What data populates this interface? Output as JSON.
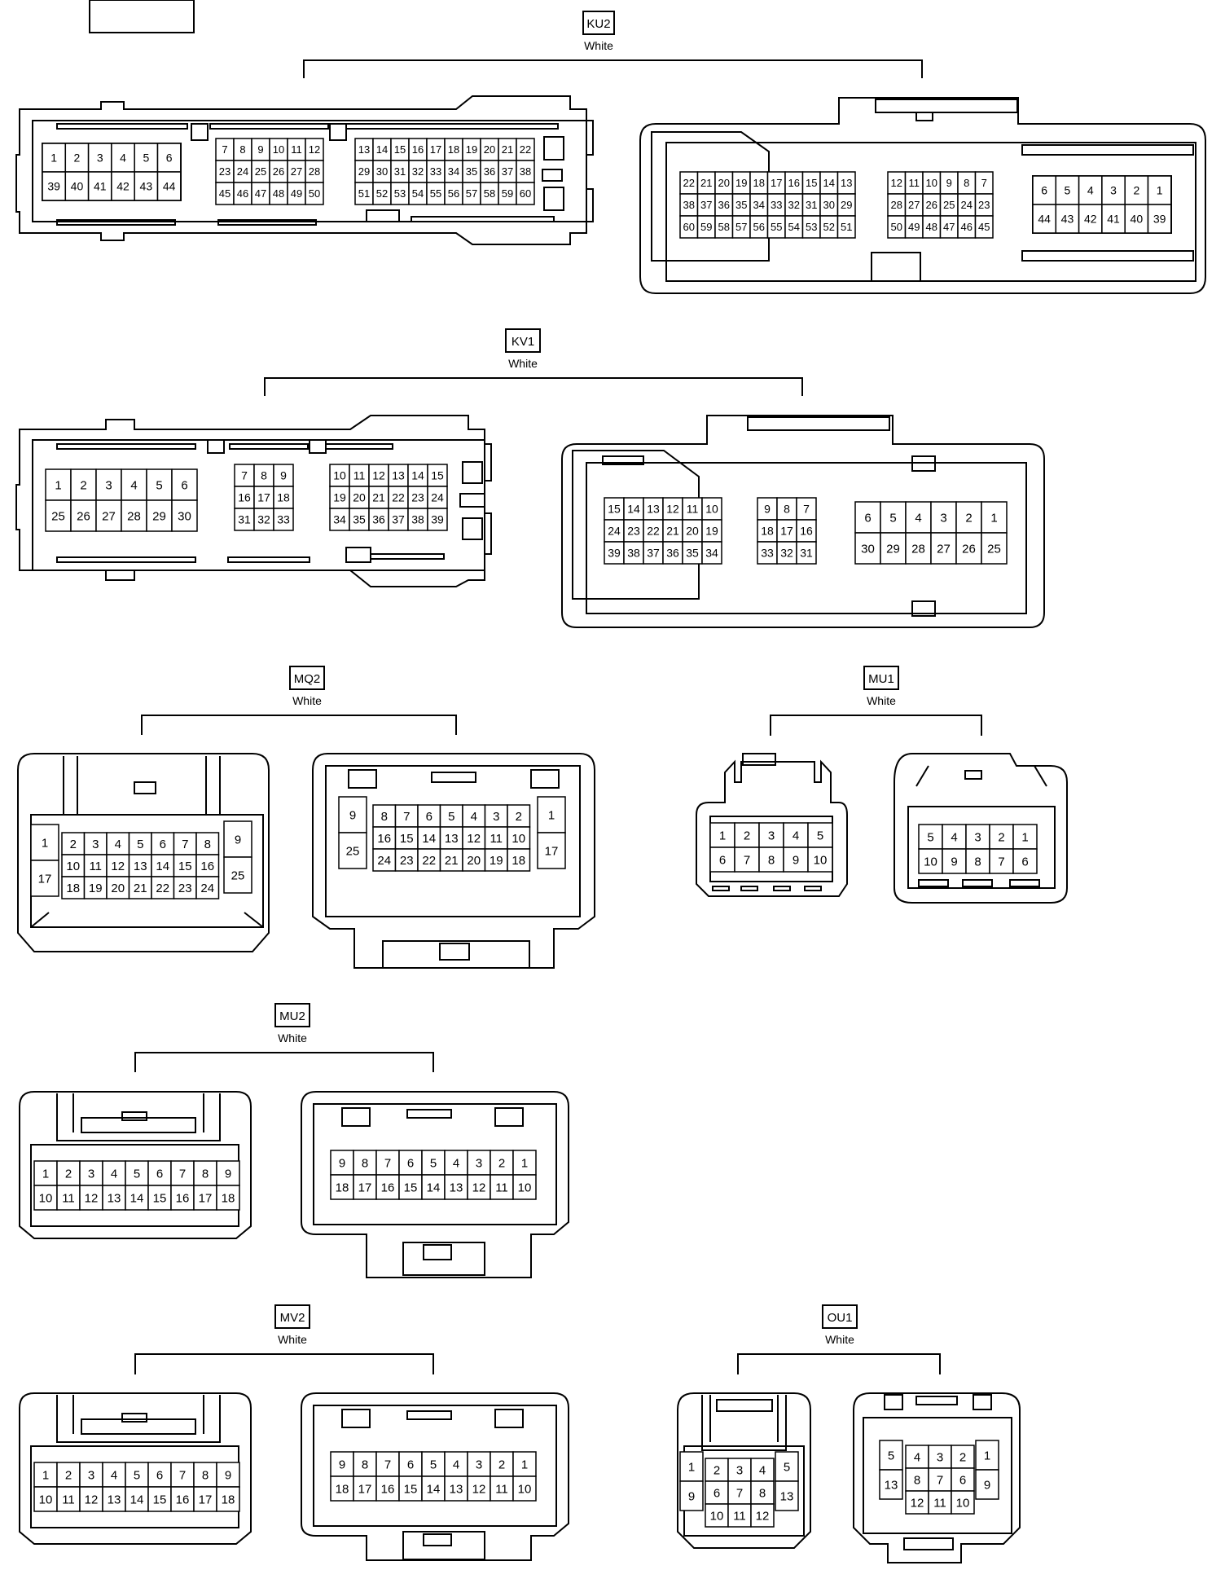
{
  "connectors": [
    {
      "id": "KU2",
      "color": "White",
      "pins_male": [
        [
          "1",
          "2",
          "3",
          "4",
          "5",
          "6"
        ],
        [
          "39",
          "40",
          "41",
          "42",
          "43",
          "44"
        ],
        [
          "7",
          "8",
          "9",
          "10",
          "11",
          "12"
        ],
        [
          "23",
          "24",
          "25",
          "26",
          "27",
          "28"
        ],
        [
          "45",
          "46",
          "47",
          "48",
          "49",
          "50"
        ],
        [
          "13",
          "14",
          "15",
          "16",
          "17",
          "18",
          "19",
          "20",
          "21",
          "22"
        ],
        [
          "29",
          "30",
          "31",
          "32",
          "33",
          "34",
          "35",
          "36",
          "37",
          "38"
        ],
        [
          "51",
          "52",
          "53",
          "54",
          "55",
          "56",
          "57",
          "58",
          "59",
          "60"
        ]
      ],
      "pins_female": [
        [
          "22",
          "21",
          "20",
          "19",
          "18",
          "17",
          "16",
          "15",
          "14",
          "13"
        ],
        [
          "38",
          "37",
          "36",
          "35",
          "34",
          "33",
          "32",
          "31",
          "30",
          "29"
        ],
        [
          "60",
          "59",
          "58",
          "57",
          "56",
          "55",
          "54",
          "53",
          "52",
          "51"
        ],
        [
          "12",
          "11",
          "10",
          "9",
          "8",
          "7"
        ],
        [
          "28",
          "27",
          "26",
          "25",
          "24",
          "23"
        ],
        [
          "50",
          "49",
          "48",
          "47",
          "46",
          "45"
        ],
        [
          "6",
          "5",
          "4",
          "3",
          "2",
          "1"
        ],
        [
          "44",
          "43",
          "42",
          "41",
          "40",
          "39"
        ]
      ]
    },
    {
      "id": "KV1",
      "color": "White",
      "pins_male": [
        [
          "1",
          "2",
          "3",
          "4",
          "5",
          "6"
        ],
        [
          "25",
          "26",
          "27",
          "28",
          "29",
          "30"
        ],
        [
          "7",
          "8",
          "9"
        ],
        [
          "16",
          "17",
          "18"
        ],
        [
          "31",
          "32",
          "33"
        ],
        [
          "10",
          "11",
          "12",
          "13",
          "14",
          "15"
        ],
        [
          "19",
          "20",
          "21",
          "22",
          "23",
          "24"
        ],
        [
          "34",
          "35",
          "36",
          "37",
          "38",
          "39"
        ]
      ],
      "pins_female": [
        [
          "15",
          "14",
          "13",
          "12",
          "11",
          "10"
        ],
        [
          "24",
          "23",
          "22",
          "21",
          "20",
          "19"
        ],
        [
          "39",
          "38",
          "37",
          "36",
          "35",
          "34"
        ],
        [
          "9",
          "8",
          "7"
        ],
        [
          "18",
          "17",
          "16"
        ],
        [
          "33",
          "32",
          "31"
        ],
        [
          "6",
          "5",
          "4",
          "3",
          "2",
          "1"
        ],
        [
          "30",
          "29",
          "28",
          "27",
          "26",
          "25"
        ]
      ]
    },
    {
      "id": "MQ2",
      "color": "White",
      "pins_male": [
        [
          "1",
          "17"
        ],
        [
          "2",
          "3",
          "4",
          "5",
          "6",
          "7",
          "8"
        ],
        [
          "10",
          "11",
          "12",
          "13",
          "14",
          "15",
          "16"
        ],
        [
          "18",
          "19",
          "20",
          "21",
          "22",
          "23",
          "24"
        ],
        [
          "9",
          "25"
        ]
      ],
      "pins_female": [
        [
          "9",
          "25"
        ],
        [
          "8",
          "7",
          "6",
          "5",
          "4",
          "3",
          "2"
        ],
        [
          "16",
          "15",
          "14",
          "13",
          "12",
          "11",
          "10"
        ],
        [
          "24",
          "23",
          "22",
          "21",
          "20",
          "19",
          "18"
        ],
        [
          "1",
          "17"
        ]
      ]
    },
    {
      "id": "MU1",
      "color": "White",
      "pins_male": [
        [
          "1",
          "2",
          "3",
          "4",
          "5"
        ],
        [
          "6",
          "7",
          "8",
          "9",
          "10"
        ]
      ],
      "pins_female": [
        [
          "5",
          "4",
          "3",
          "2",
          "1"
        ],
        [
          "10",
          "9",
          "8",
          "7",
          "6"
        ]
      ]
    },
    {
      "id": "MU2",
      "color": "White",
      "pins_male": [
        [
          "1",
          "2",
          "3",
          "4",
          "5",
          "6",
          "7",
          "8",
          "9"
        ],
        [
          "10",
          "11",
          "12",
          "13",
          "14",
          "15",
          "16",
          "17",
          "18"
        ]
      ],
      "pins_female": [
        [
          "9",
          "8",
          "7",
          "6",
          "5",
          "4",
          "3",
          "2",
          "1"
        ],
        [
          "18",
          "17",
          "16",
          "15",
          "14",
          "13",
          "12",
          "11",
          "10"
        ]
      ]
    },
    {
      "id": "MV2",
      "color": "White",
      "pins_male": [
        [
          "1",
          "2",
          "3",
          "4",
          "5",
          "6",
          "7",
          "8",
          "9"
        ],
        [
          "10",
          "11",
          "12",
          "13",
          "14",
          "15",
          "16",
          "17",
          "18"
        ]
      ],
      "pins_female": [
        [
          "9",
          "8",
          "7",
          "6",
          "5",
          "4",
          "3",
          "2",
          "1"
        ],
        [
          "18",
          "17",
          "16",
          "15",
          "14",
          "13",
          "12",
          "11",
          "10"
        ]
      ]
    },
    {
      "id": "OU1",
      "color": "White",
      "pins_male": [
        [
          "1",
          "9"
        ],
        [
          "2",
          "3",
          "4"
        ],
        [
          "6",
          "7",
          "8"
        ],
        [
          "10",
          "11",
          "12"
        ],
        [
          "5",
          "13"
        ]
      ],
      "pins_female": [
        [
          "5",
          "13"
        ],
        [
          "4",
          "3",
          "2"
        ],
        [
          "8",
          "7",
          "6"
        ],
        [
          "12",
          "11",
          "10"
        ],
        [
          "1",
          "9"
        ]
      ]
    }
  ]
}
